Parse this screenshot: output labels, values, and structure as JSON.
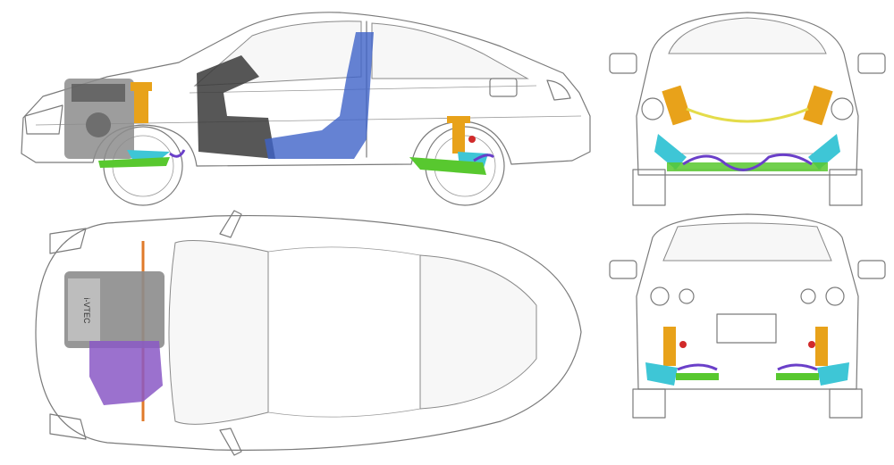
{
  "colors": {
    "outline": "#7a7a7a",
    "strut": "#e8a21a",
    "knuckle": "#3ec6d6",
    "lower_arm": "#58c82f",
    "stabilizer": "#6a3fc9",
    "link": "#d12a2a",
    "seat": "#3f63c8",
    "interior": "#3a3a3a",
    "transmission": "#8a58c6",
    "engine": "#8c8c8c",
    "axle_line": "#e07a2a",
    "tie_bar": "#e4dc4a"
  },
  "views": [
    {
      "id": "side",
      "icon": "car-side-view-icon"
    },
    {
      "id": "top",
      "icon": "car-top-view-icon"
    },
    {
      "id": "front",
      "icon": "car-front-view-icon"
    },
    {
      "id": "rear",
      "icon": "car-rear-view-icon"
    }
  ],
  "badge": {
    "engine_label": "i-VTEC"
  }
}
